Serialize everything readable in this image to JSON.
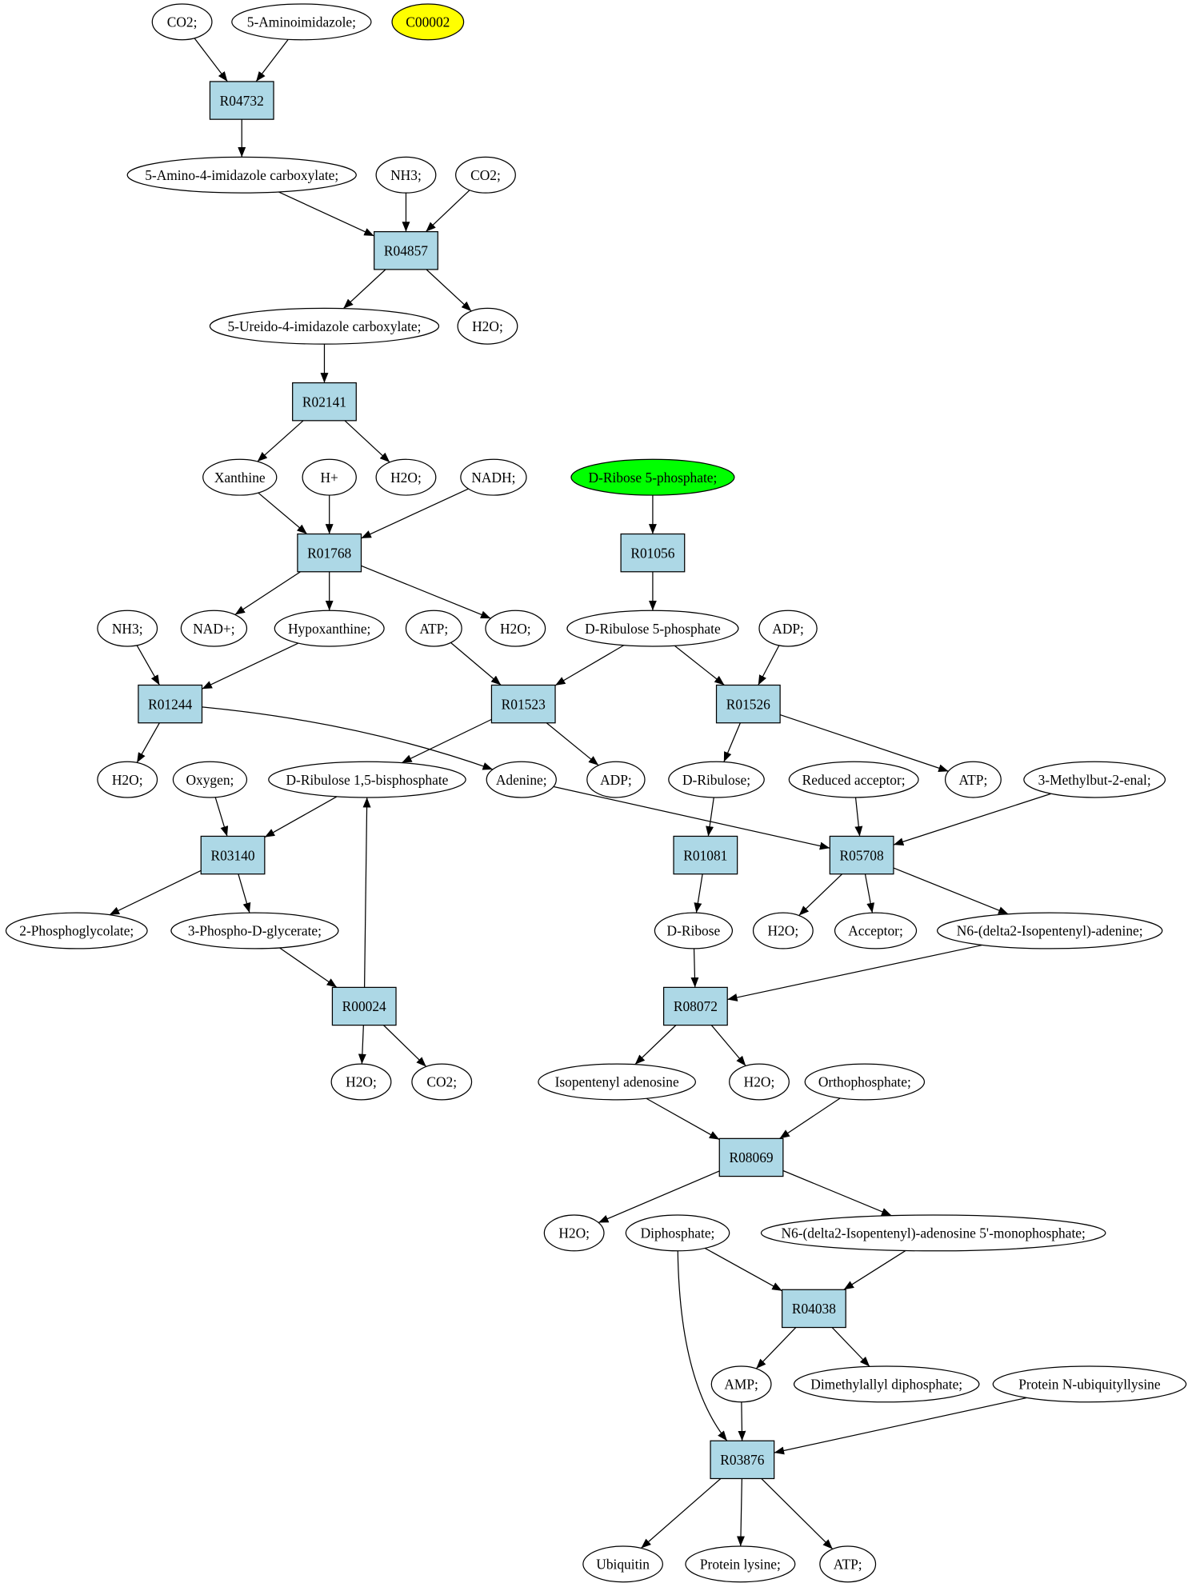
{
  "colors": {
    "background": "#ffffff",
    "node_fill": "#ffffff",
    "reaction_fill": "#add8e6",
    "stroke": "#000000"
  },
  "nodes": [
    {
      "label": "CO2;",
      "shape": "ellipse"
    },
    {
      "label": "5-Aminoimidazole;",
      "shape": "ellipse"
    },
    {
      "label": "C00002",
      "shape": "ellipse",
      "fill": "#ffff00"
    },
    {
      "label": "R04732",
      "shape": "box"
    },
    {
      "label": "5-Amino-4-imidazole carboxylate;",
      "shape": "ellipse"
    },
    {
      "label": "NH3;",
      "shape": "ellipse"
    },
    {
      "label": "CO2;",
      "shape": "ellipse"
    },
    {
      "label": "R04857",
      "shape": "box"
    },
    {
      "label": "5-Ureido-4-imidazole carboxylate;",
      "shape": "ellipse"
    },
    {
      "label": "H2O;",
      "shape": "ellipse"
    },
    {
      "label": "R02141",
      "shape": "box"
    },
    {
      "label": "Xanthine",
      "shape": "ellipse"
    },
    {
      "label": "H+",
      "shape": "ellipse"
    },
    {
      "label": "H2O;",
      "shape": "ellipse"
    },
    {
      "label": "NADH;",
      "shape": "ellipse"
    },
    {
      "label": "D-Ribose 5-phosphate;",
      "shape": "ellipse",
      "fill": "#00ff00"
    },
    {
      "label": "R01768",
      "shape": "box"
    },
    {
      "label": "R01056",
      "shape": "box"
    },
    {
      "label": "NH3;",
      "shape": "ellipse"
    },
    {
      "label": "NAD+;",
      "shape": "ellipse"
    },
    {
      "label": "Hypoxanthine;",
      "shape": "ellipse"
    },
    {
      "label": "ATP;",
      "shape": "ellipse"
    },
    {
      "label": "H2O;",
      "shape": "ellipse"
    },
    {
      "label": "D-Ribulose 5-phosphate",
      "shape": "ellipse"
    },
    {
      "label": "ADP;",
      "shape": "ellipse"
    },
    {
      "label": "R01244",
      "shape": "box"
    },
    {
      "label": "R01523",
      "shape": "box"
    },
    {
      "label": "R01526",
      "shape": "box"
    },
    {
      "label": "H2O;",
      "shape": "ellipse"
    },
    {
      "label": "Oxygen;",
      "shape": "ellipse"
    },
    {
      "label": "D-Ribulose 1,5-bisphosphate",
      "shape": "ellipse"
    },
    {
      "label": "Adenine;",
      "shape": "ellipse"
    },
    {
      "label": "ADP;",
      "shape": "ellipse"
    },
    {
      "label": "D-Ribulose;",
      "shape": "ellipse"
    },
    {
      "label": "Reduced acceptor;",
      "shape": "ellipse"
    },
    {
      "label": "ATP;",
      "shape": "ellipse"
    },
    {
      "label": "3-Methylbut-2-enal;",
      "shape": "ellipse"
    },
    {
      "label": "R03140",
      "shape": "box"
    },
    {
      "label": "R01081",
      "shape": "box"
    },
    {
      "label": "R05708",
      "shape": "box"
    },
    {
      "label": "2-Phosphoglycolate;",
      "shape": "ellipse"
    },
    {
      "label": "3-Phospho-D-glycerate;",
      "shape": "ellipse"
    },
    {
      "label": "D-Ribose",
      "shape": "ellipse"
    },
    {
      "label": "H2O;",
      "shape": "ellipse"
    },
    {
      "label": "Acceptor;",
      "shape": "ellipse"
    },
    {
      "label": "N6-(delta2-Isopentenyl)-adenine;",
      "shape": "ellipse"
    },
    {
      "label": "R00024",
      "shape": "box"
    },
    {
      "label": "R08072",
      "shape": "box"
    },
    {
      "label": "H2O;",
      "shape": "ellipse"
    },
    {
      "label": "CO2;",
      "shape": "ellipse"
    },
    {
      "label": "Isopentenyl adenosine",
      "shape": "ellipse"
    },
    {
      "label": "H2O;",
      "shape": "ellipse"
    },
    {
      "label": "Orthophosphate;",
      "shape": "ellipse"
    },
    {
      "label": "R08069",
      "shape": "box"
    },
    {
      "label": "H2O;",
      "shape": "ellipse"
    },
    {
      "label": "Diphosphate;",
      "shape": "ellipse"
    },
    {
      "label": "N6-(delta2-Isopentenyl)-adenosine 5'-monophosphate;",
      "shape": "ellipse"
    },
    {
      "label": "R04038",
      "shape": "box"
    },
    {
      "label": "AMP;",
      "shape": "ellipse"
    },
    {
      "label": "Dimethylallyl diphosphate;",
      "shape": "ellipse"
    },
    {
      "label": "Protein N-ubiquityllysine",
      "shape": "ellipse"
    },
    {
      "label": "R03876",
      "shape": "box"
    },
    {
      "label": "Ubiquitin",
      "shape": "ellipse"
    },
    {
      "label": "Protein lysine;",
      "shape": "ellipse"
    },
    {
      "label": "ATP;",
      "shape": "ellipse"
    }
  ],
  "edges": [
    [
      0,
      3
    ],
    [
      1,
      3
    ],
    [
      3,
      4
    ],
    [
      4,
      7
    ],
    [
      5,
      7
    ],
    [
      6,
      7
    ],
    [
      7,
      8
    ],
    [
      7,
      9
    ],
    [
      8,
      10
    ],
    [
      10,
      11
    ],
    [
      10,
      13
    ],
    [
      11,
      16
    ],
    [
      12,
      16
    ],
    [
      14,
      16
    ],
    [
      16,
      19
    ],
    [
      16,
      20
    ],
    [
      16,
      22
    ],
    [
      15,
      17
    ],
    [
      17,
      23
    ],
    [
      18,
      25
    ],
    [
      20,
      25
    ],
    [
      25,
      28
    ],
    [
      25,
      31
    ],
    [
      21,
      26
    ],
    [
      23,
      26
    ],
    [
      26,
      30
    ],
    [
      26,
      32
    ],
    [
      23,
      27
    ],
    [
      24,
      27
    ],
    [
      27,
      33
    ],
    [
      27,
      35
    ],
    [
      29,
      37
    ],
    [
      30,
      37
    ],
    [
      37,
      40
    ],
    [
      37,
      41
    ],
    [
      41,
      46
    ],
    [
      46,
      30
    ],
    [
      46,
      48
    ],
    [
      46,
      49
    ],
    [
      33,
      38
    ],
    [
      38,
      42
    ],
    [
      31,
      39
    ],
    [
      34,
      39
    ],
    [
      36,
      39
    ],
    [
      39,
      43
    ],
    [
      39,
      44
    ],
    [
      39,
      45
    ],
    [
      42,
      47
    ],
    [
      45,
      47
    ],
    [
      47,
      50
    ],
    [
      47,
      51
    ],
    [
      50,
      53
    ],
    [
      52,
      53
    ],
    [
      53,
      54
    ],
    [
      53,
      56
    ],
    [
      55,
      57
    ],
    [
      56,
      57
    ],
    [
      57,
      58
    ],
    [
      57,
      59
    ],
    [
      58,
      61
    ],
    [
      55,
      61
    ],
    [
      60,
      61
    ],
    [
      61,
      62
    ],
    [
      61,
      63
    ],
    [
      61,
      64
    ]
  ]
}
